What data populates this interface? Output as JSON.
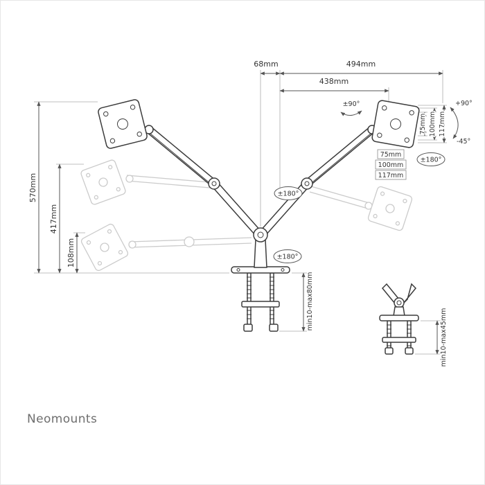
{
  "brand": "Neomounts",
  "colors": {
    "line": "#3c3c3c",
    "dimension": "#555555",
    "ghost": "#cbcbcb",
    "brand_text": "#6e6e6e",
    "background": "#ffffff"
  },
  "dimensions": {
    "top": {
      "offset": "68mm",
      "reach_outer": "494mm",
      "reach_inner": "438mm"
    },
    "left": {
      "height_max": "570mm",
      "height_mid": "417mm",
      "height_min": "108mm"
    },
    "vesa": {
      "vertical": [
        "75mm",
        "100mm",
        "117mm"
      ],
      "horizontal": [
        "75mm",
        "100mm",
        "117mm"
      ]
    },
    "rotation": {
      "tilt_up": "+90°",
      "tilt_down": "-45°",
      "swivel_head": "±90°",
      "rotate_vesa": "±180°",
      "swivel_arm": "±180°",
      "swivel_base": "±180°"
    },
    "clamp": {
      "main": "min10-max80mm",
      "detail": "min10-max45mm"
    }
  }
}
